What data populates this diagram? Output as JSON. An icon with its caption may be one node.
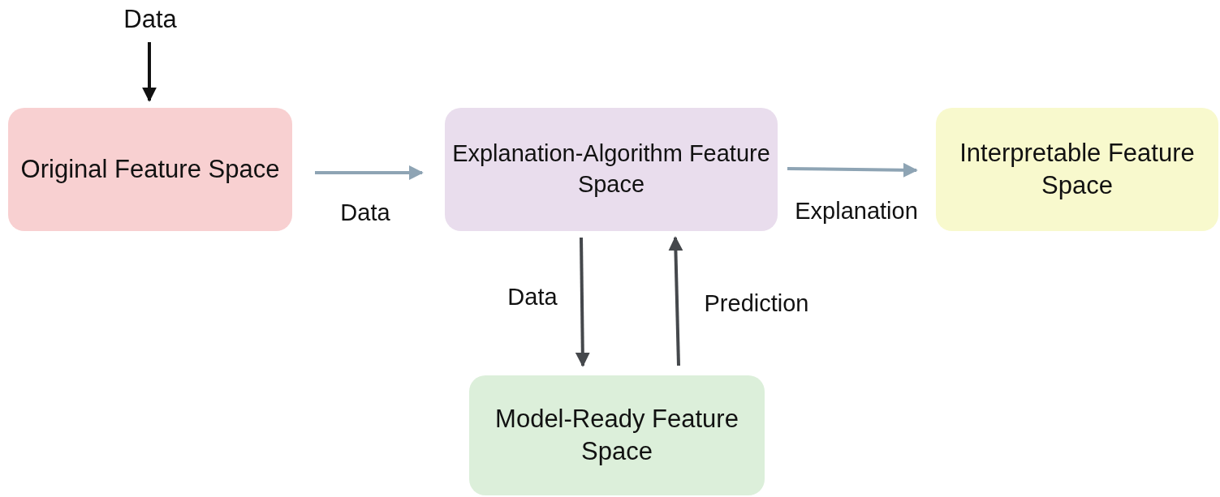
{
  "diagram": {
    "nodes": [
      {
        "text": [
          "Data"
        ]
      },
      {
        "text": [
          "Original Feature Space"
        ]
      },
      {
        "text": [
          "Explanation-Algorithm Feature Space"
        ]
      },
      {
        "text": [
          "Interpretable Feature Space"
        ]
      },
      {
        "text": [
          "Model-Ready Feature Space"
        ]
      }
    ],
    "edges": [
      {
        "from": 0,
        "to": 1,
        "arrow": "to",
        "color": "#111111"
      },
      {
        "from": 1,
        "to": 2,
        "arrow": "to",
        "label": "Data",
        "color": "#8ea4b4"
      },
      {
        "from": 2,
        "to": 3,
        "arrow": "to",
        "label": "Explanation",
        "color": "#8ea4b4"
      },
      {
        "from": 2,
        "to": 4,
        "arrow": "to",
        "label": "Data",
        "color": "#45484c"
      },
      {
        "from": 4,
        "to": 2,
        "arrow": "to",
        "label": "Prediction",
        "color": "#45484c"
      }
    ]
  }
}
